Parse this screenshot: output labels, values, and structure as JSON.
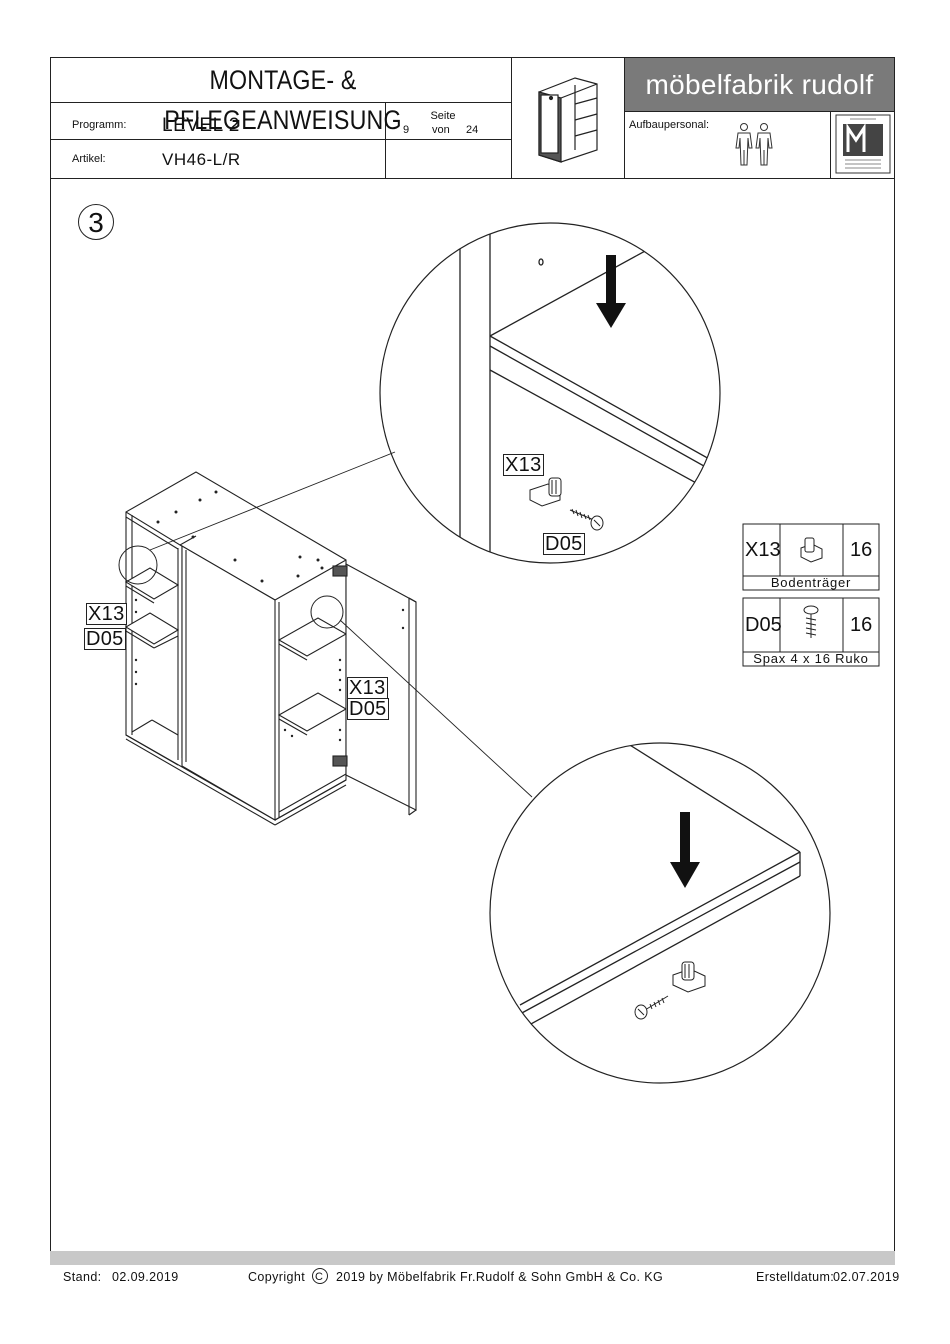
{
  "header": {
    "title": "MONTAGE- & PFLEGEANWEISUNG",
    "program_label": "Programm:",
    "program_value": "LEVEL 2",
    "article_label": "Artikel:",
    "article_value": "VH46-L/R",
    "page_label": "Seite",
    "page_current": "9",
    "page_of": "von",
    "page_total": "24",
    "brand": "möbelfabrik rudolf",
    "personnel_label": "Aufbaupersonal:"
  },
  "step": {
    "number": "3"
  },
  "callouts": {
    "left_x13": "X13",
    "left_d05": "D05",
    "right_x13": "X13",
    "right_d05": "D05",
    "zoom_x13": "X13",
    "zoom_d05": "D05"
  },
  "parts": [
    {
      "code": "X13",
      "qty": "16",
      "name": "Bodenträger",
      "icon": "shelf-support-icon"
    },
    {
      "code": "D05",
      "qty": "16",
      "name": "Spax 4 x 16 Ruko",
      "icon": "screw-icon"
    }
  ],
  "footer": {
    "stand_label": "Stand:",
    "stand_date": "02.09.2019",
    "copyright": "Copyright",
    "copyright_symbol": "C",
    "copyright_text": "2019  by Möbelfabrik Fr.Rudolf & Sohn GmbH & Co. KG",
    "created_label": "Erstelldatum:",
    "created_date": "02.07.2019"
  },
  "colors": {
    "brand_bg": "#7a7a7a",
    "line": "#222222",
    "footer_bar": "#c8c8c8"
  }
}
